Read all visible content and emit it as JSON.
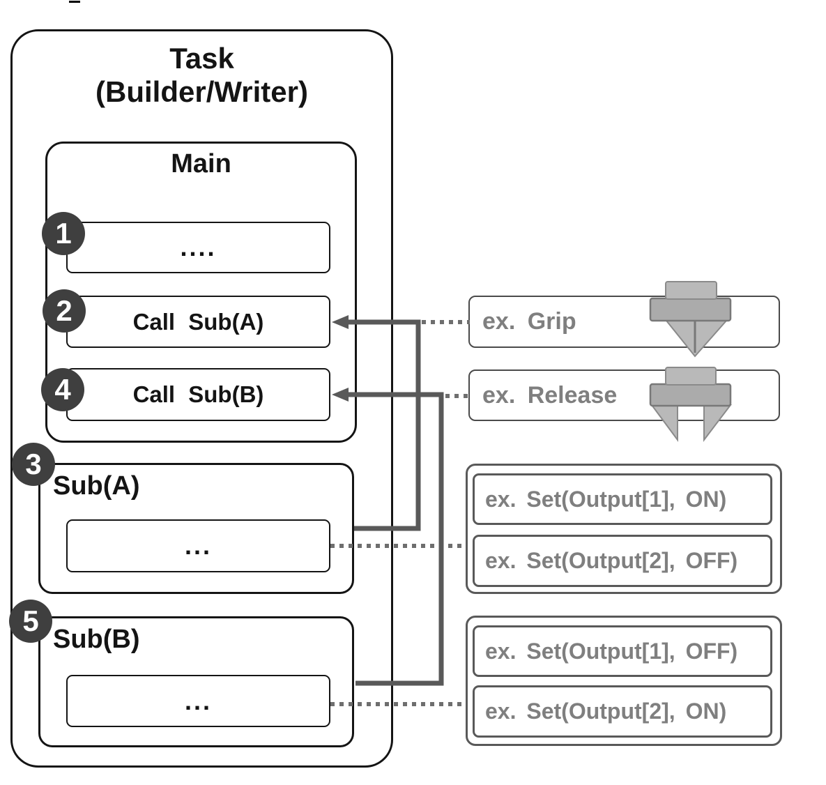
{
  "task": {
    "title_line1": "Task",
    "title_line2": "(Builder/Writer)",
    "main": {
      "title": "Main",
      "items": [
        {
          "num": "1",
          "label": "...."
        },
        {
          "num": "2",
          "label": "Call Sub(A)"
        },
        {
          "num": "4",
          "label": "Call Sub(B)"
        }
      ]
    },
    "subs": [
      {
        "num": "3",
        "label": "Sub(A)",
        "body": "..."
      },
      {
        "num": "5",
        "label": "Sub(B)",
        "body": "..."
      }
    ]
  },
  "annotations": {
    "grip_label": "ex. Grip",
    "release_label": "ex. Release",
    "sub_a_examples": [
      "ex. Set(Output[1], ON)",
      "ex. Set(Output[2], OFF)"
    ],
    "sub_b_examples": [
      "ex. Set(Output[1], OFF)",
      "ex. Set(Output[2], ON)"
    ]
  },
  "colors": {
    "box_border_black": "#141414",
    "connector_solid": "#595959",
    "connector_dotted": "#6e6e6e",
    "badge_background": "#3f3f3f",
    "annotation_text": "#7f7f7f",
    "annotation_border": "#4a4a4a",
    "gripper_light_gray": "#b9b9b9",
    "gripper_mid_gray": "#ababab",
    "gripper_stroke_gray": "#8a8a8a"
  }
}
